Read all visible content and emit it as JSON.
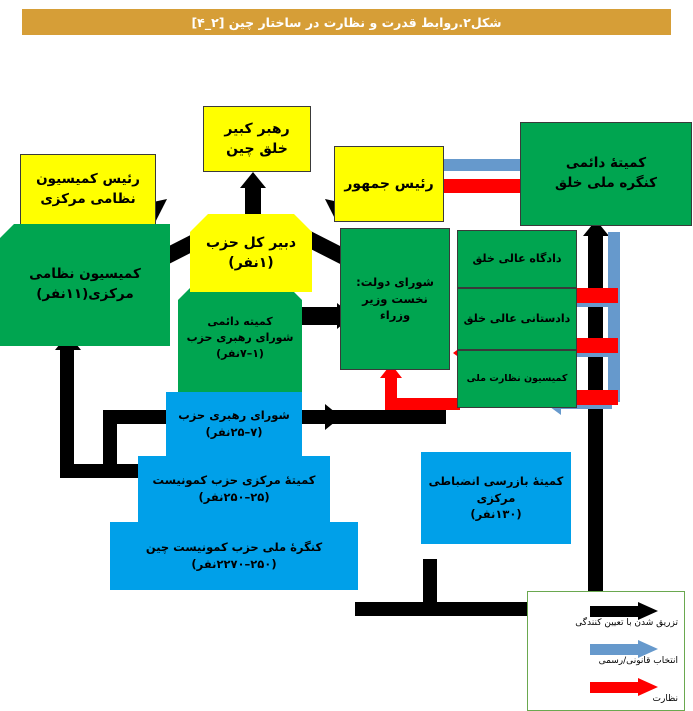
{
  "title": "شکل۲.روابط قدرت و نظارت در ساختار چین [۲_۴]",
  "nodes": {
    "great_leader": {
      "lines": [
        "رهبر کبیر",
        "خلق چین"
      ]
    },
    "cmc_chairman": {
      "lines": [
        "رئیس کمیسیون",
        "نظامی مرکزی"
      ]
    },
    "cmc": {
      "lines": [
        "کمیسیون نظامی",
        "مرکزی(۱۱نفر)"
      ]
    },
    "party_secretary": {
      "lines": [
        "دبیر کل حزب",
        "(۱نفر)"
      ]
    },
    "politburo_standing": {
      "lines": [
        "کمیته دائمی",
        "شورای رهبری حزب",
        "(۱–۷نفر)"
      ]
    },
    "politburo": {
      "lines": [
        "شورای رهبری حزب",
        "(۷–۲۵نفر)"
      ]
    },
    "central_committee": {
      "lines": [
        "کمیتهٔ مرکزی حزب کمونیست",
        "(۲۵–۲۵۰نفر)"
      ]
    },
    "national_congress": {
      "lines": [
        "کنگرهٔ ملی حزب کمونیست چین",
        "(۲۵۰–۲۲۷۰نفر)"
      ]
    },
    "president": {
      "lines": [
        "رئیس جمهور"
      ]
    },
    "state_council": {
      "lines": [
        "شورای دولت:",
        "نخست وزیر",
        "وزراء"
      ]
    },
    "npc_standing": {
      "lines": [
        "کمیتهٔ دائمی",
        "کنگره ملی خلق"
      ]
    },
    "supreme_court": {
      "lines": [
        "دادگاه عالی خلق"
      ]
    },
    "supreme_procuratorate": {
      "lines": [
        "دادستانی عالی خلق"
      ]
    },
    "national_supervision": {
      "lines": [
        "کمیسیون نظارت ملی"
      ]
    },
    "discipline_inspection": {
      "lines": [
        "کمیتهٔ بازرسی انضباطی",
        "مرکزی",
        "(۱۳۰نفر)"
      ]
    }
  },
  "legend": {
    "items": [
      {
        "label": "تزریق شدن با تعیین کنندگی",
        "color": "#000000"
      },
      {
        "label": "انتخاب قانونی/رسمی",
        "color": "#6699CC"
      },
      {
        "label": "نظارت",
        "color": "#FF0000"
      }
    ]
  },
  "colors": {
    "title_bar": "#D69E37",
    "yellow": "#FFFF00",
    "green": "#00A550",
    "blue": "#00A0E9",
    "black_arrow": "#000000",
    "blue_arrow": "#6699CC",
    "red_arrow": "#FF0000",
    "legend_border": "#6AA84F"
  }
}
